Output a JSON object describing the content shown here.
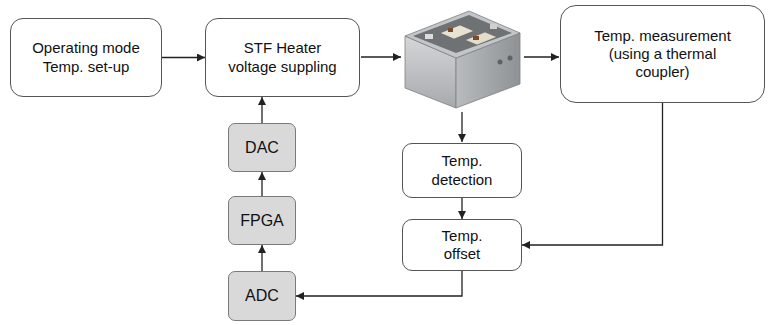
{
  "diagram": {
    "nodes": [
      {
        "text": [
          "Operating mode Temp. set-up"
        ]
      },
      {
        "text": [
          "STF Heater voltage suppling"
        ]
      },
      {
        "text": [
          "Temp. measurement (using a thermal coupler)"
        ]
      },
      {
        "text": [
          "DAC"
        ]
      },
      {
        "text": [
          "Temp. detection"
        ]
      },
      {
        "text": [
          "FPGA"
        ]
      },
      {
        "text": [
          "Temp. offset"
        ]
      },
      {
        "text": [
          "ADC"
        ]
      }
    ],
    "edges": [
      {
        "from": 0,
        "to": 1,
        "arrow": "to"
      },
      {
        "from": 3,
        "to": 1,
        "arrow": "to"
      },
      {
        "from": 5,
        "to": 3,
        "arrow": "to"
      },
      {
        "from": 7,
        "to": 5,
        "arrow": "to"
      },
      {
        "from": 4,
        "to": 6,
        "arrow": "to"
      },
      {
        "from": 2,
        "to": 6,
        "arrow": "to"
      },
      {
        "from": 6,
        "to": 7,
        "arrow": "to"
      }
    ]
  }
}
